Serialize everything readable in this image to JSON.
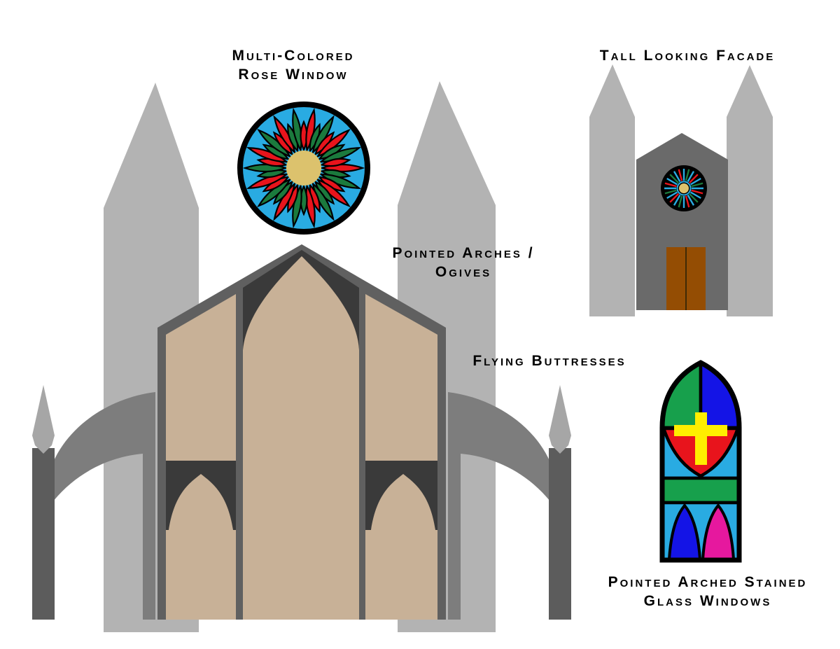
{
  "labels": {
    "rose_window": [
      "Multi-Colored",
      "Rose Window"
    ],
    "tall_facade": "Tall Looking Facade",
    "pointed_arches": [
      "Pointed Arches /",
      "Ogives"
    ],
    "flying_buttresses": "Flying Buttresses",
    "stained_glass": [
      "Pointed Arched Stained",
      "Glass Windows"
    ]
  },
  "colors": {
    "text": "#000000",
    "tower": "#b3b3b3",
    "spear": "#a6a6a6",
    "buttress": "#7d7d7d",
    "pillar": "#5c5c5c",
    "roof": "#606060",
    "dark_panel": "#3a3a3a",
    "tan": "#c8b197",
    "facade_wall": "#6a6a6a",
    "door": "#944d03",
    "door_divider": "#3f2a06",
    "cyan": "#29abe2",
    "red": "#e8141c",
    "rose_green": "#1b7a3d",
    "sg_green": "#17a04c",
    "sg_blue": "#1414e6",
    "magenta": "#e6189e",
    "yellow": "#ffee00",
    "gold": "#dcc26d",
    "outline": "#000000"
  }
}
